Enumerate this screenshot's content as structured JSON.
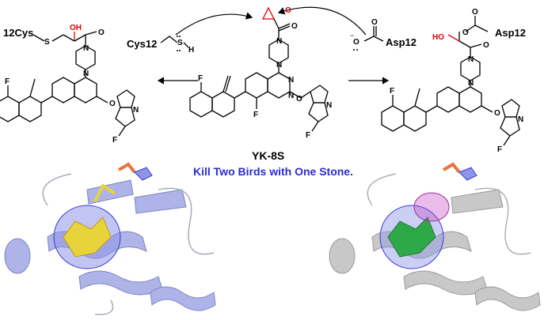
{
  "labels": {
    "left_residue": "12Cys",
    "attacking_cys": "Cys12",
    "attacking_asp": "Asp12",
    "right_residue": "Asp12",
    "compound": "YK-8S",
    "slogan": "Kill Two Birds with One Stone."
  },
  "atoms": {
    "S": "S",
    "H": "H",
    "O": "O",
    "OH": "OH",
    "HO": "HO",
    "N": "N",
    "F": "F"
  },
  "colors": {
    "slogan": "#2b2bd0",
    "hydroxyl": "#e00000",
    "protein_left": "#aeb4e8",
    "protein_right": "#c8c8c8",
    "ligand_yellow": "#e8d43a",
    "ligand_green": "#2fa84a",
    "mesh": "#3a3ad8",
    "cofactor_orange": "#e8743a",
    "arrow": "#000000"
  }
}
